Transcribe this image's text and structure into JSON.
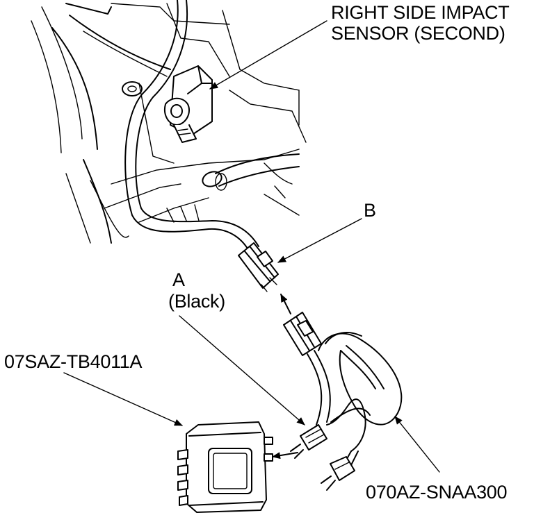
{
  "labels": {
    "sensor_line1": "RIGHT SIDE IMPACT",
    "sensor_line2": "SENSOR (SECOND)",
    "connector_b": "B",
    "connector_a": "A",
    "connector_a_color": "(Black)",
    "tool_box": "07SAZ-TB4011A",
    "tool_harness": "070AZ-SNAA300"
  }
}
